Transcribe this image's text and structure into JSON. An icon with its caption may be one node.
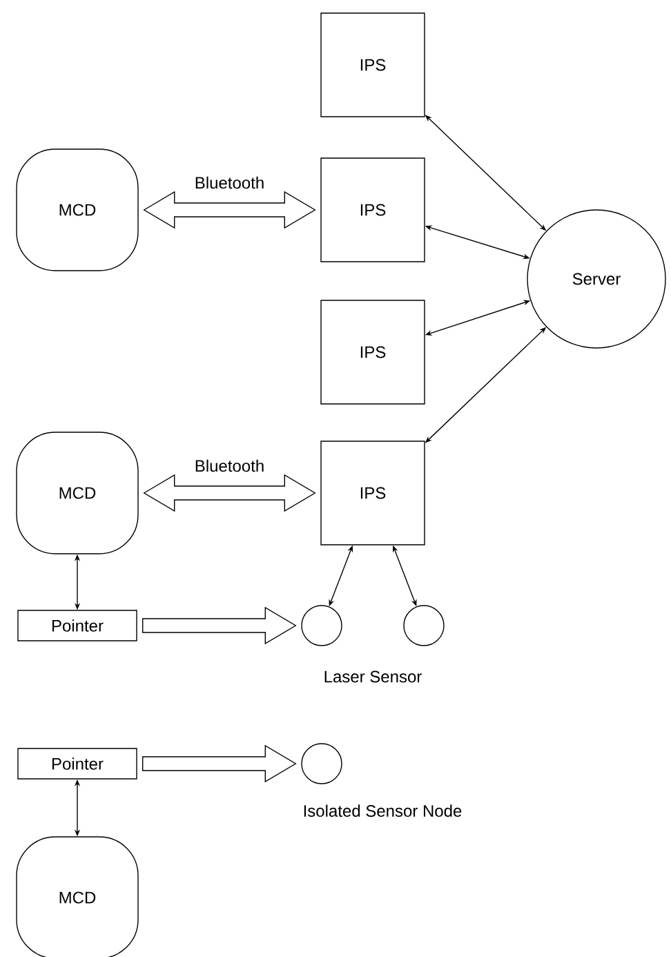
{
  "diagram": {
    "nodes": [
      {
        "text": [
          "IPS"
        ]
      },
      {
        "text": [
          "MCD"
        ]
      },
      {
        "text": [
          "IPS"
        ]
      },
      {
        "text": [
          "Server"
        ]
      },
      {
        "text": [
          "IPS"
        ]
      },
      {
        "text": [
          "MCD"
        ]
      },
      {
        "text": [
          "IPS"
        ]
      },
      {
        "text": [
          "Pointer"
        ]
      },
      {
        "text": [],
        "shape": "circle"
      },
      {
        "text": [],
        "shape": "circle"
      },
      {
        "text": [
          "Pointer"
        ]
      },
      {
        "text": [],
        "shape": "circle",
        "beside": [
          "Isolated Sensor Node"
        ]
      },
      {
        "text": [
          "MCD"
        ]
      }
    ],
    "edges": [
      {
        "from": 1,
        "to": 2,
        "arrow": "both",
        "label": "Bluetooth",
        "style": "thick"
      },
      {
        "from": 3,
        "to": 0,
        "arrow": "both"
      },
      {
        "from": 3,
        "to": 2,
        "arrow": "both"
      },
      {
        "from": 3,
        "to": 4,
        "arrow": "both"
      },
      {
        "from": 3,
        "to": 6,
        "arrow": "both"
      },
      {
        "from": 5,
        "to": 6,
        "arrow": "both",
        "label": "Bluetooth",
        "style": "thick"
      },
      {
        "from": 5,
        "to": 7,
        "arrow": "both"
      },
      {
        "from": 6,
        "to": 8,
        "arrow": "both"
      },
      {
        "from": 6,
        "to": 9,
        "arrow": "both"
      },
      {
        "from": 7,
        "to": 8,
        "arrow": "to",
        "style": "thick"
      },
      {
        "from": 10,
        "to": 11,
        "arrow": "to",
        "style": "thick"
      },
      {
        "from": 12,
        "to": 10,
        "arrow": "both"
      }
    ],
    "labels": [
      "Laser Sensor"
    ]
  }
}
